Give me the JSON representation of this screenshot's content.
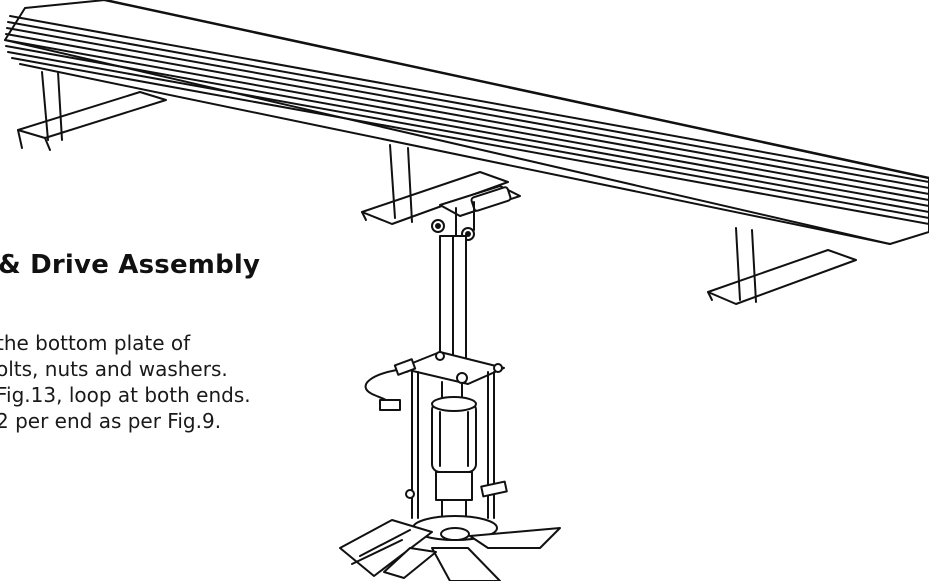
{
  "section": {
    "heading": "& Drive Assembly",
    "lines": [
      "the bottom plate of",
      "olts, nuts and washers.",
      "Fig.13, loop at both ends.",
      "2 per end as per Fig.9."
    ]
  },
  "illustration": {
    "subject": "mixer-drive-assembly-mounted-on-bridge-beam",
    "stroke_color": "#111111",
    "fill_color": "#ffffff"
  }
}
